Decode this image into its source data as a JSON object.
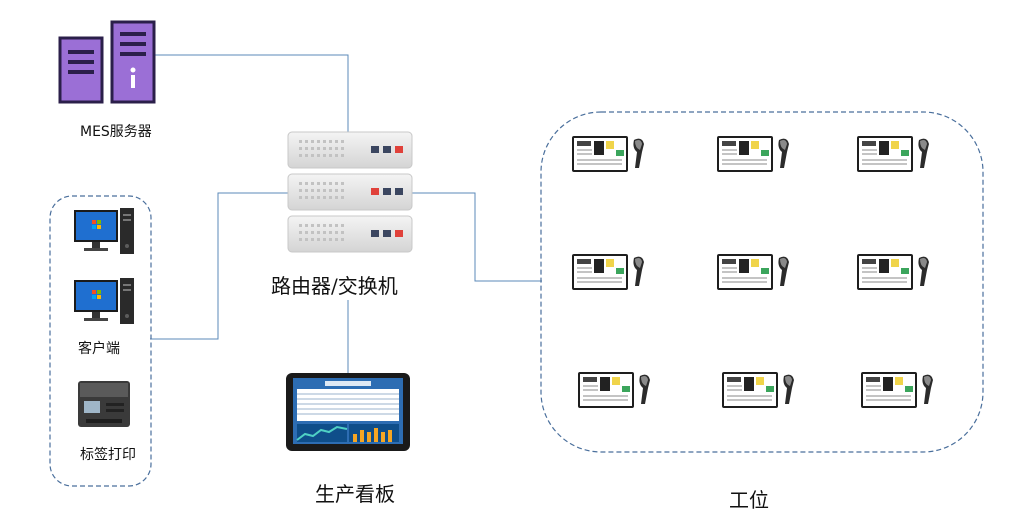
{
  "labels": {
    "mes_server": "MES服务器",
    "router": "路由器/交换机",
    "client": "客户端",
    "label_print": "标签打印",
    "dashboard": "生产看板",
    "workstation": "工位"
  },
  "colors": {
    "server_purple": "#9b6fd6",
    "line_blue": "#5b8ab8",
    "dash_blue": "#4a6f9c"
  },
  "workstations": [
    {
      "row": 1,
      "col": 1
    },
    {
      "row": 1,
      "col": 2
    },
    {
      "row": 1,
      "col": 3
    },
    {
      "row": 2,
      "col": 1
    },
    {
      "row": 2,
      "col": 2
    },
    {
      "row": 2,
      "col": 3
    },
    {
      "row": 3,
      "col": 1
    },
    {
      "row": 3,
      "col": 2
    },
    {
      "row": 3,
      "col": 3
    }
  ]
}
